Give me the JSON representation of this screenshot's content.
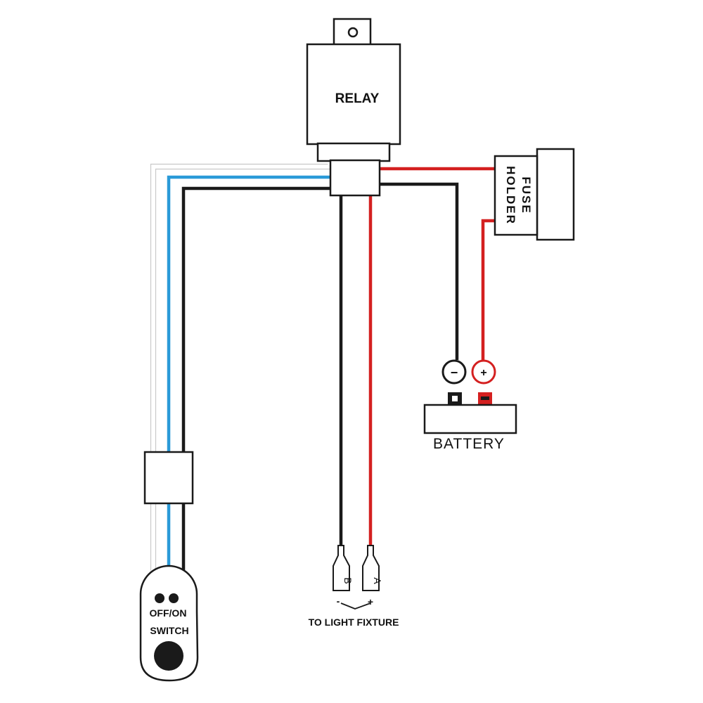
{
  "relay": {
    "label": "RELAY"
  },
  "fuse_holder": {
    "line1": "FUSE",
    "line2": "HOLDER"
  },
  "battery": {
    "label": "BATTERY",
    "negative_symbol": "−",
    "positive_symbol": "+"
  },
  "switch": {
    "label_top": "OFF/ON",
    "label_bottom": "SWITCH"
  },
  "light_fixture": {
    "label": "TO LIGHT FIXTURE",
    "terminal_b": "B",
    "terminal_a": "A",
    "sign_b": "-",
    "sign_a": "+"
  },
  "colors": {
    "red_wire": "#d42020",
    "blue_wire": "#2a9ad8",
    "black_wire": "#1a1a1a",
    "white_wire": "#c8c8c8"
  }
}
